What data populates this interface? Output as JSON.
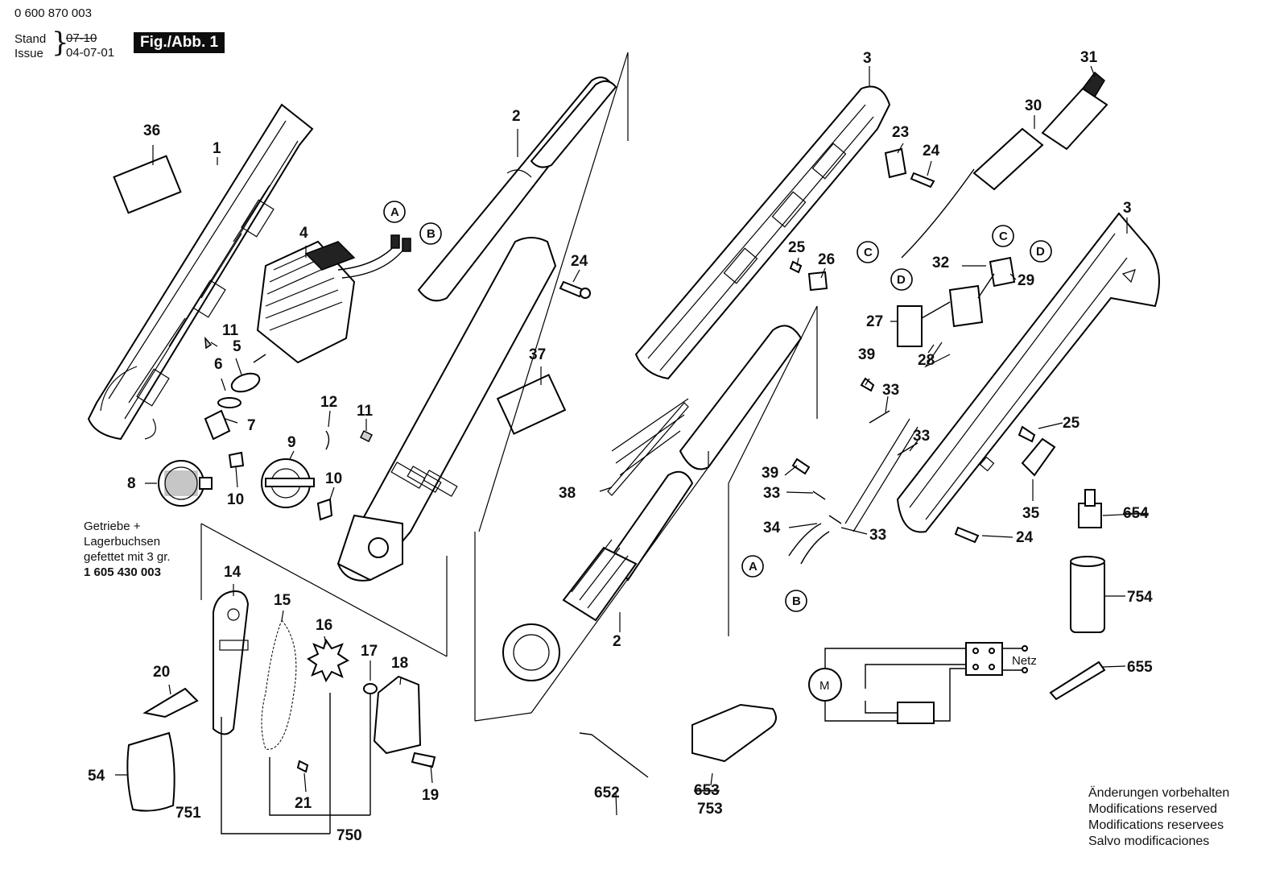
{
  "header": {
    "doc_number": "0 600 870 003",
    "stand_label": "Stand",
    "issue_label": "Issue",
    "stand_old": "07-10",
    "issue_date": "04-07-01",
    "figure_badge": "Fig./Abb. 1"
  },
  "notes": {
    "grease_line1": "Getriebe +",
    "grease_line2": "Lagerbuchsen",
    "grease_line3": "gefettet mit 3 gr.",
    "grease_part": "1 605 430 003",
    "mods": [
      "Änderungen vorbehalten",
      "Modifications reserved",
      "Modifications reservees",
      "Salvo modificaciones"
    ]
  },
  "schematic": {
    "motor_label": "M",
    "supply_label": "Netz"
  },
  "callouts": {
    "a": "A",
    "b": "B",
    "c": "C",
    "d": "D"
  },
  "parts": [
    {
      "key": "p36",
      "label": "36"
    },
    {
      "key": "p1",
      "label": "1"
    },
    {
      "key": "p4",
      "label": "4"
    },
    {
      "key": "p2a",
      "label": "2"
    },
    {
      "key": "p24a",
      "label": "24"
    },
    {
      "key": "p37",
      "label": "37"
    },
    {
      "key": "p11a",
      "label": "11"
    },
    {
      "key": "p5",
      "label": "5"
    },
    {
      "key": "p6",
      "label": "6"
    },
    {
      "key": "p7",
      "label": "7"
    },
    {
      "key": "p12",
      "label": "12"
    },
    {
      "key": "p11b",
      "label": "11"
    },
    {
      "key": "p9",
      "label": "9"
    },
    {
      "key": "p8",
      "label": "8"
    },
    {
      "key": "p10a",
      "label": "10"
    },
    {
      "key": "p10b",
      "label": "10"
    },
    {
      "key": "p14",
      "label": "14"
    },
    {
      "key": "p15",
      "label": "15"
    },
    {
      "key": "p16",
      "label": "16"
    },
    {
      "key": "p17",
      "label": "17"
    },
    {
      "key": "p18",
      "label": "18"
    },
    {
      "key": "p20",
      "label": "20"
    },
    {
      "key": "p54",
      "label": "54"
    },
    {
      "key": "p21",
      "label": "21"
    },
    {
      "key": "p19",
      "label": "19"
    },
    {
      "key": "p751",
      "label": "751"
    },
    {
      "key": "p750",
      "label": "750"
    },
    {
      "key": "p38",
      "label": "38"
    },
    {
      "key": "p2b",
      "label": "2"
    },
    {
      "key": "p652",
      "label": "652"
    },
    {
      "key": "p653",
      "label": "653",
      "struck": true
    },
    {
      "key": "p753",
      "label": "753"
    },
    {
      "key": "p3a",
      "label": "3"
    },
    {
      "key": "p23",
      "label": "23"
    },
    {
      "key": "p24b",
      "label": "24"
    },
    {
      "key": "p25a",
      "label": "25"
    },
    {
      "key": "p26",
      "label": "26"
    },
    {
      "key": "p31",
      "label": "31"
    },
    {
      "key": "p30",
      "label": "30"
    },
    {
      "key": "p32",
      "label": "32"
    },
    {
      "key": "p29",
      "label": "29"
    },
    {
      "key": "p27",
      "label": "27"
    },
    {
      "key": "p28",
      "label": "28"
    },
    {
      "key": "p39a",
      "label": "39"
    },
    {
      "key": "p33a",
      "label": "33"
    },
    {
      "key": "p33b",
      "label": "33"
    },
    {
      "key": "p39b",
      "label": "39"
    },
    {
      "key": "p33c",
      "label": "33"
    },
    {
      "key": "p34",
      "label": "34"
    },
    {
      "key": "p33d",
      "label": "33"
    },
    {
      "key": "p3b",
      "label": "3"
    },
    {
      "key": "p25b",
      "label": "25"
    },
    {
      "key": "p35",
      "label": "35"
    },
    {
      "key": "p24c",
      "label": "24"
    },
    {
      "key": "p654",
      "label": "654",
      "struck": true
    },
    {
      "key": "p754",
      "label": "754"
    },
    {
      "key": "p655",
      "label": "655"
    }
  ]
}
